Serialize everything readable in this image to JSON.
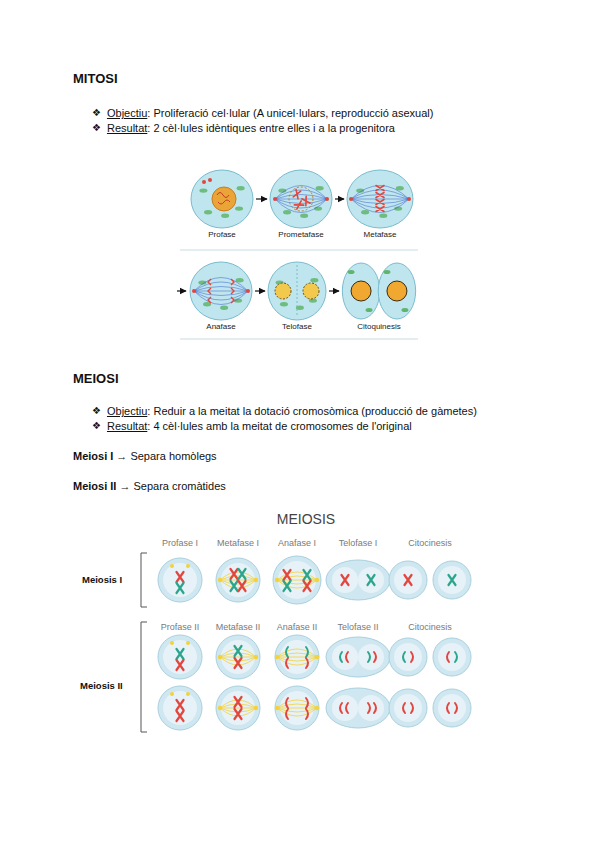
{
  "diagram": {
    "nodes": [
      {
        "text": [
          "Profase"
        ]
      },
      {
        "text": [
          "Prometafase"
        ]
      },
      {
        "text": [
          "Metafase"
        ]
      },
      {
        "text": [
          "Anafase"
        ]
      },
      {
        "text": [
          "Telofase"
        ]
      },
      {
        "text": [
          "Citoquinesis"
        ]
      }
    ],
    "edges": [
      {
        "from": 0,
        "to": 1,
        "arrow": "to"
      },
      {
        "from": 1,
        "to": 2,
        "arrow": "to"
      },
      {
        "from": 3,
        "to": 4,
        "arrow": "to"
      },
      {
        "from": 4,
        "to": 5,
        "arrow": "to"
      }
    ],
    "labels": [
      "MITOSI",
      "❖",
      "Objectiu",
      ": Proliferació cel·lular (A unicel·lulars, reproducció asexual)",
      "❖",
      "Resultat",
      ": 2 cèl·lules idèntiques entre elles i a la progenitora",
      "MEIOSI",
      "❖",
      "Objectiu",
      ": Reduir a la meitat la dotació cromosòmica (producció de gàmetes)",
      "❖",
      "Resultat",
      ": 4 cèl·lules amb la meitat de cromosomes de l'original",
      "Meiosi I",
      "→ Separa homòlegs",
      "Meiosi II",
      "→ Separa cromàtides",
      "MEIOSIS",
      "Profase I",
      "Metafase I",
      "Anafase I",
      "Telofase I",
      "Citocinesis",
      "Profase II",
      "Metafase II",
      "Anafase II",
      "Telofase II",
      "Citocinesis",
      "Meiosis I",
      "Meiosis II"
    ]
  }
}
